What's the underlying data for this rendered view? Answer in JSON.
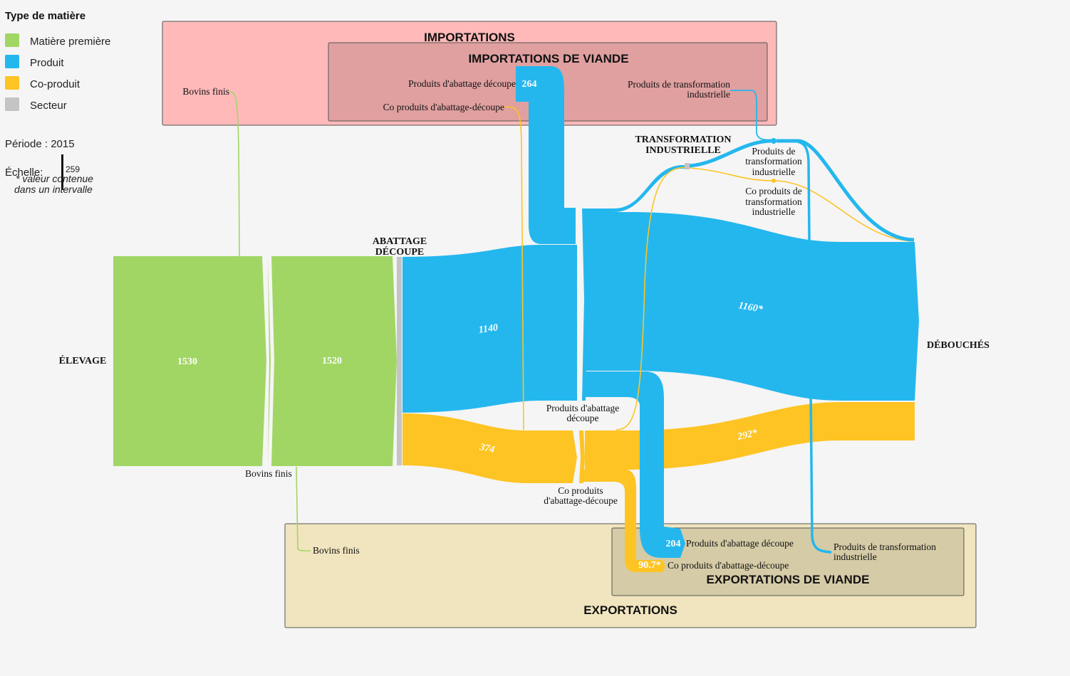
{
  "legend": {
    "title": "Type de matière",
    "items": [
      {
        "label": "Matière première",
        "color": "#a1d665"
      },
      {
        "label": "Produit",
        "color": "#24b7ee"
      },
      {
        "label": "Co-produit",
        "color": "#fdc423"
      },
      {
        "label": "Secteur",
        "color": "#c4c4c4"
      }
    ]
  },
  "info": {
    "period": "Période : 2015",
    "scale_label": "Échelle:",
    "scale_value": "259",
    "note_line1": "* valeur contenue",
    "note_line2": "dans un intervalle"
  },
  "zones": {
    "imports": "IMPORTATIONS",
    "imports_meat": "IMPORTATIONS DE VIANDE",
    "exports": "EXPORTATIONS",
    "exports_meat": "EXPORTATIONS DE VIANDE"
  },
  "nodes": {
    "elevage": "ÉLEVAGE",
    "abattage_l1": "ABATTAGE",
    "abattage_l2": "DÉCOUPE",
    "transfo_l1": "TRANSFORMATION",
    "transfo_l2": "INDUSTRIELLE",
    "debouches": "DÉBOUCHÉS"
  },
  "flow_labels": {
    "bovins_finis_import": "Bovins finis",
    "bovins_finis_mid": "Bovins finis",
    "bovins_finis_export": "Bovins finis",
    "imp_pad": "Produits d'abattage découpe",
    "imp_copad": "Co produits d'abattage-découpe",
    "imp_pti_l1": "Produits de transformation",
    "imp_pti_l2": "industrielle",
    "pad_mid_l1": "Produits d'abattage",
    "pad_mid_l2": "découpe",
    "copad_mid_l1": "Co produits",
    "copad_mid_l2": "d'abattage-découpe",
    "pti_l1": "Produits de",
    "pti_l2": "transformation",
    "pti_l3": "industrielle",
    "copti_l1": "Co produits de",
    "copti_l2": "transformation",
    "copti_l3": "industrielle",
    "exp_pad": "Produits d'abattage découpe",
    "exp_copad": "Co produits d'abattage-découpe",
    "exp_pti_l1": "Produits de transformation",
    "exp_pti_l2": "industrielle"
  },
  "values": {
    "elevage": "1530",
    "bovins": "1520",
    "pad": "1140",
    "copad": "374",
    "imports_pad": "264",
    "debouches_pad": "1160*",
    "debouches_copad": "292*",
    "exports_pad": "204",
    "exports_copad": "90.7*"
  },
  "colors": {
    "matiere": "#a1d665",
    "produit": "#24b7ee",
    "coproduit": "#fdc423",
    "secteur": "#c4c4c4",
    "imports_zone": "#ffb9b9",
    "imports_meat_zone": "#e0a0a0",
    "exports_zone": "#f1e5bf",
    "exports_meat_zone": "#d5cba6"
  }
}
